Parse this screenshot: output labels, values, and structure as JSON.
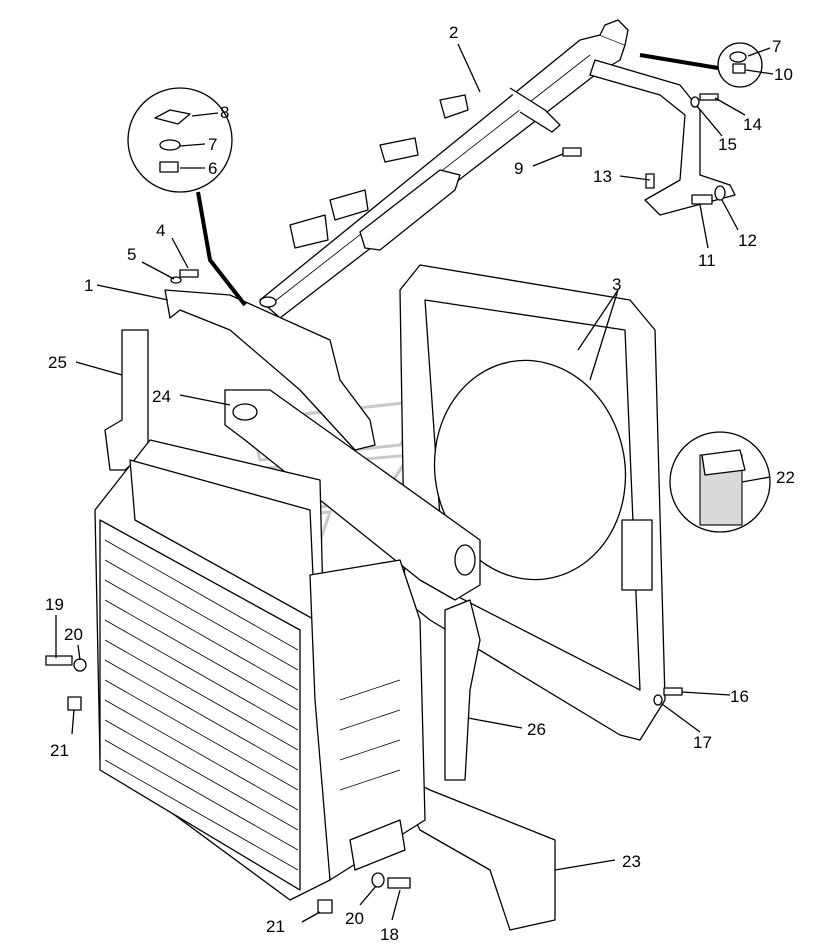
{
  "diagram": {
    "callouts": [
      {
        "id": "c1",
        "text": "1"
      },
      {
        "id": "c2",
        "text": "2"
      },
      {
        "id": "c3",
        "text": "3"
      },
      {
        "id": "c4",
        "text": "4"
      },
      {
        "id": "c5",
        "text": "5"
      },
      {
        "id": "c6",
        "text": "6"
      },
      {
        "id": "c7a",
        "text": "7"
      },
      {
        "id": "c7b",
        "text": "7"
      },
      {
        "id": "c8",
        "text": "8"
      },
      {
        "id": "c9",
        "text": "9"
      },
      {
        "id": "c10",
        "text": "10"
      },
      {
        "id": "c11",
        "text": "11"
      },
      {
        "id": "c12",
        "text": "12"
      },
      {
        "id": "c13",
        "text": "13"
      },
      {
        "id": "c14",
        "text": "14"
      },
      {
        "id": "c15",
        "text": "15"
      },
      {
        "id": "c16",
        "text": "16"
      },
      {
        "id": "c17",
        "text": "17"
      },
      {
        "id": "c18",
        "text": "18"
      },
      {
        "id": "c19",
        "text": "19"
      },
      {
        "id": "c20a",
        "text": "20"
      },
      {
        "id": "c20b",
        "text": "20"
      },
      {
        "id": "c21a",
        "text": "21"
      },
      {
        "id": "c21b",
        "text": "21"
      },
      {
        "id": "c22",
        "text": "22"
      },
      {
        "id": "c23",
        "text": "23"
      },
      {
        "id": "c24",
        "text": "24"
      },
      {
        "id": "c25",
        "text": "25"
      },
      {
        "id": "c26",
        "text": "26"
      }
    ]
  }
}
